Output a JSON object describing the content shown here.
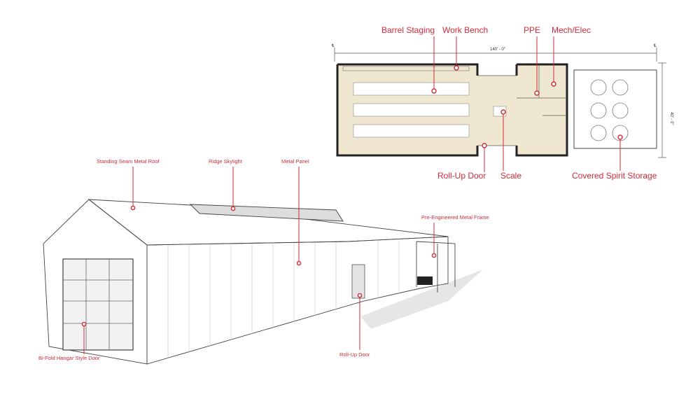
{
  "floor_plan": {
    "dimension_width": "140' - 0\"",
    "dimension_depth": "40' - 0\"",
    "gridline_symbol": "℄",
    "callouts": {
      "barrel_staging": "Barrel Staging",
      "work_bench": "Work Bench",
      "ppe": "PPE",
      "mech_elec": "Mech/Elec",
      "roll_up_door": "Roll-Up Door",
      "scale": "Scale",
      "covered_spirit_storage": "Covered Spirit Storage"
    }
  },
  "perspective": {
    "callouts": {
      "standing_seam_metal_roof": "Standing Seam Metal Roof",
      "ridge_skylight": "Ridge Skylight",
      "metal_panel": "Metal Panel",
      "pre_engineered_metal_frame": "Pre-Engineered Metal Frame",
      "bi_fold_hangar_style_door": "Bi-Fold Hangar Style Door",
      "roll_up_door": "Roll-Up Door"
    }
  },
  "colors": {
    "callout_red": "#d12b3a",
    "plan_fill": "#efe7cf"
  }
}
